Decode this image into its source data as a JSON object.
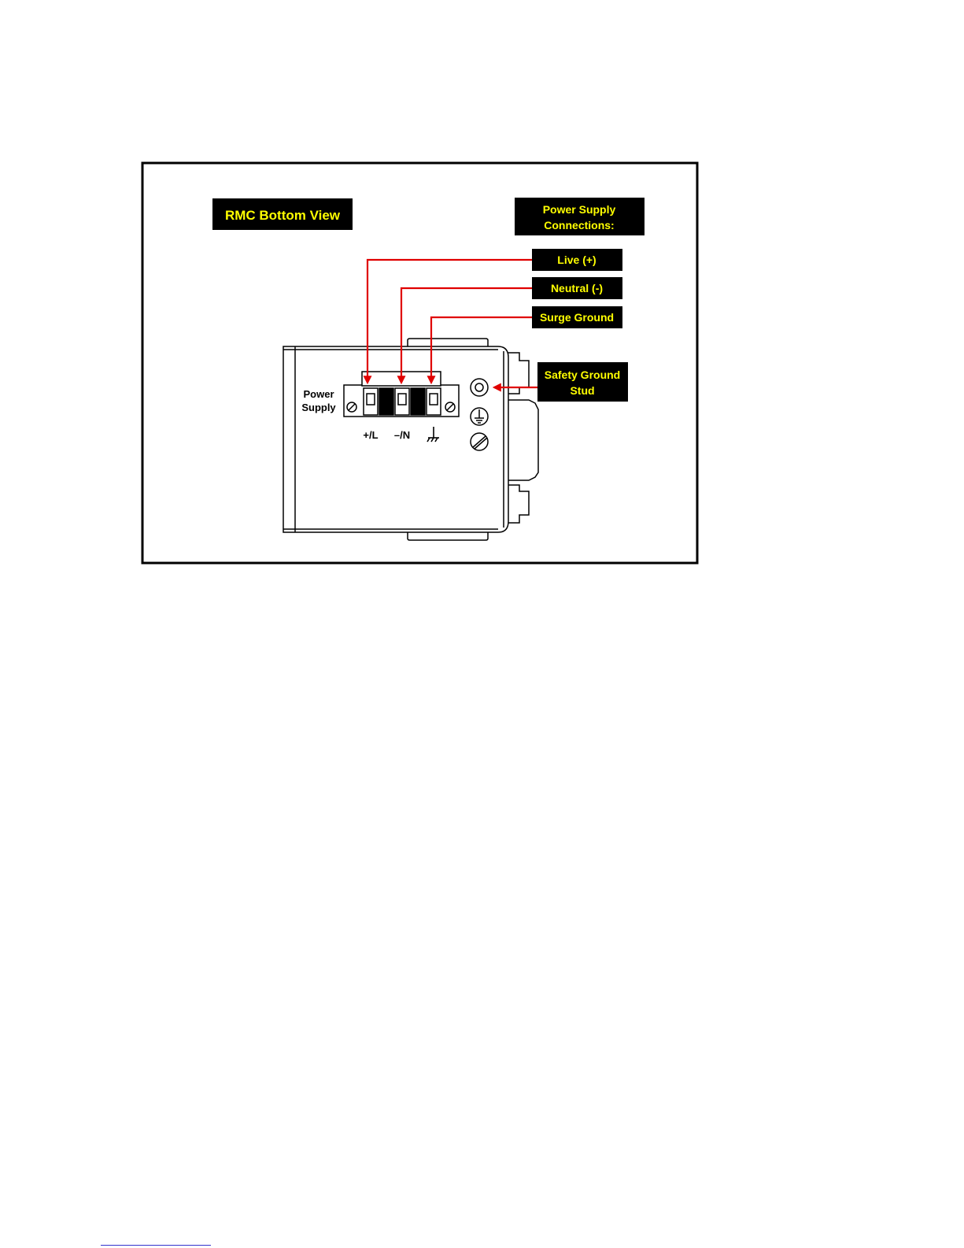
{
  "figure": {
    "title": "RMC Bottom View",
    "connections_heading": [
      "Power Supply",
      "Connections:"
    ],
    "connections": {
      "live": "Live (+)",
      "neutral": "Neutral (-)",
      "surge_ground": "Surge Ground",
      "safety_ground": [
        "Safety Ground",
        "Stud"
      ]
    },
    "device": {
      "power_supply_label": [
        "Power",
        "Supply"
      ],
      "terminal_labels": [
        "+/L",
        "–/N"
      ]
    },
    "colors": {
      "label_background": "#000000",
      "label_text": "#ffff00",
      "arrow": "#e00000"
    },
    "icons": [
      "earth-ground-symbol",
      "protective-earth-icon",
      "ground-stud-icon",
      "screw-icon"
    ]
  }
}
